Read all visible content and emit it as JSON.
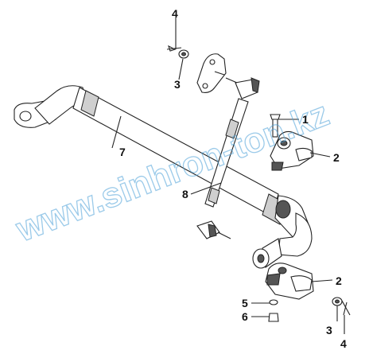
{
  "watermark": {
    "text": "www.sinhron-ton.kz",
    "color": "#4aa0d8"
  },
  "callouts": {
    "c1": "1",
    "c2_upper": "2",
    "c2_lower": "2",
    "c3_upper": "3",
    "c3_lower": "3",
    "c4_upper": "4",
    "c4_lower": "4",
    "c5": "5",
    "c6": "6",
    "c7": "7",
    "c8": "8"
  },
  "parts": [
    {
      "id": "1",
      "name": "bolt"
    },
    {
      "id": "2",
      "name": "stabilizer-bushing-bracket"
    },
    {
      "id": "3",
      "name": "nut"
    },
    {
      "id": "4",
      "name": "cotter-pin"
    },
    {
      "id": "5",
      "name": "washer"
    },
    {
      "id": "6",
      "name": "nut"
    },
    {
      "id": "7",
      "name": "stabilizer-bar"
    },
    {
      "id": "8",
      "name": "stabilizer-link"
    }
  ]
}
